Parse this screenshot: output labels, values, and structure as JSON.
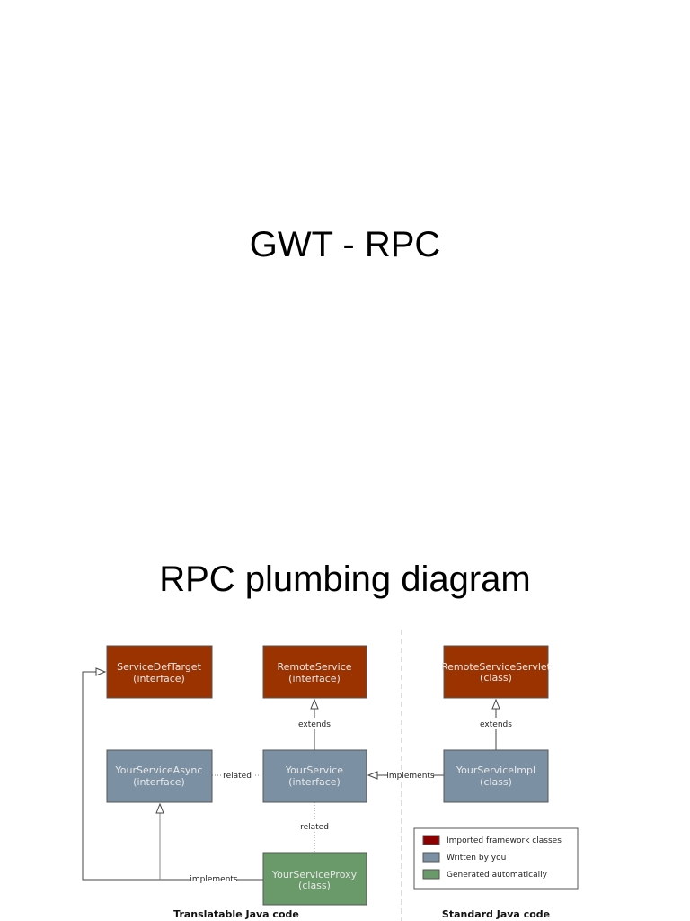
{
  "slides": [
    {
      "title": "GWT - RPC"
    },
    {
      "title": "RPC plumbing diagram"
    }
  ],
  "colors": {
    "imported": "#9b3300",
    "written": "#7b91a3",
    "generated": "#6a9a6a"
  },
  "diagram": {
    "nodes": {
      "servicedeftarget": {
        "name": "ServiceDefTarget",
        "kind": "(interface)"
      },
      "remoteservice": {
        "name": "RemoteService",
        "kind": "(interface)"
      },
      "remoteserviceservlet": {
        "name": "RemoteServiceServlet",
        "kind": "(class)"
      },
      "yourserviceasync": {
        "name": "YourServiceAsync",
        "kind": "(interface)"
      },
      "yourservice": {
        "name": "YourService",
        "kind": "(interface)"
      },
      "yourserviceimpl": {
        "name": "YourServiceImpl",
        "kind": "(class)"
      },
      "yourserviceproxy": {
        "name": "YourServiceProxy",
        "kind": "(class)"
      }
    },
    "edges": {
      "extends": "extends",
      "related": "related",
      "implements": "implements"
    },
    "legend": [
      "Imported framework classes",
      "Written by you",
      "Generated automatically"
    ],
    "sections": [
      "Translatable Java code",
      "Standard Java code"
    ]
  }
}
